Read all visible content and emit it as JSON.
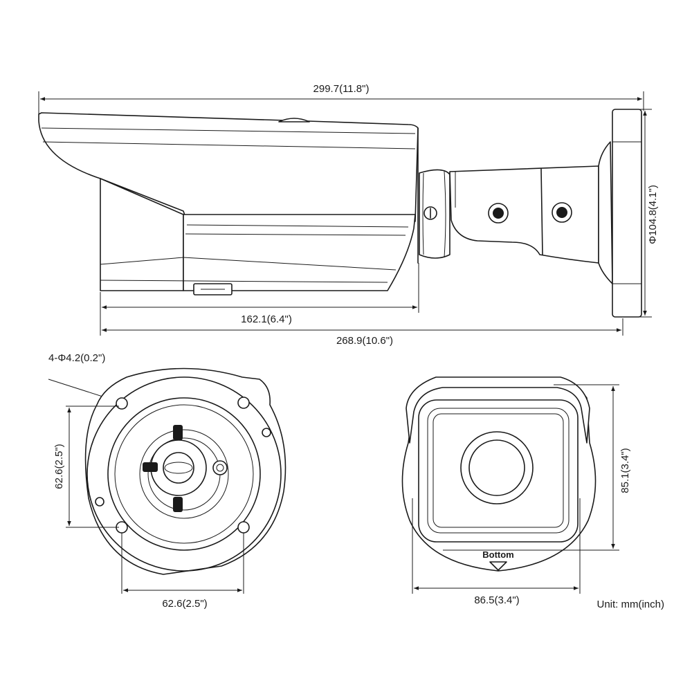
{
  "dimensions": {
    "overall_length": "299.7(11.8\")",
    "body_length": "162.1(6.4\")",
    "length_without_mount": "268.9(10.6\")",
    "mount_diameter": "Φ104.8(4.1\")",
    "screw_holes": "4-Φ4.2(0.2\")",
    "hole_spacing_vertical": "62.6(2.5\")",
    "hole_spacing_horizontal": "62.6(2.5\")",
    "front_height": "85.1(3.4\")",
    "front_width": "86.5(3.4\")"
  },
  "markings": {
    "bottom_label": "Bottom"
  },
  "unit_note": "Unit: mm(inch)"
}
